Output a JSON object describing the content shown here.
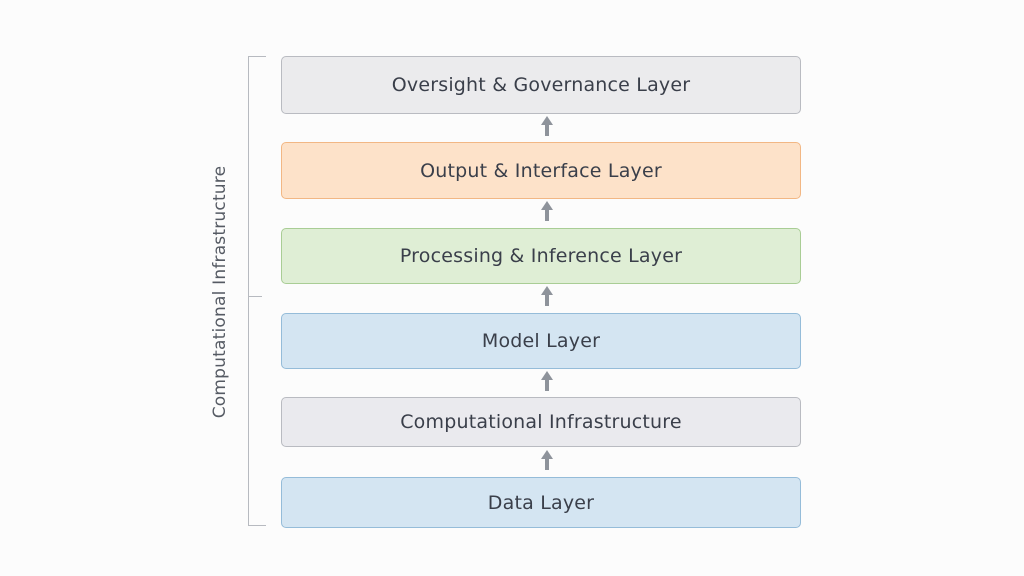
{
  "diagram": {
    "side_label": "Computational Infrastructure",
    "layers": [
      {
        "label": "Oversight & Governance Layer",
        "fill": "#ebebed",
        "border": "#b9bbc1"
      },
      {
        "label": "Output & Interface Layer",
        "fill": "#fde2c9",
        "border": "#f2b784"
      },
      {
        "label": "Processing & Inference Layer",
        "fill": "#dfeed5",
        "border": "#a9cd95"
      },
      {
        "label": "Model Layer",
        "fill": "#d4e5f2",
        "border": "#95bcd9"
      },
      {
        "label": "Computational Infrastructure",
        "fill": "#eaeaee",
        "border": "#b9bbc1"
      },
      {
        "label": "Data Layer",
        "fill": "#d4e5f2",
        "border": "#95bcd9"
      }
    ],
    "arrow_color": "#8e939b"
  }
}
